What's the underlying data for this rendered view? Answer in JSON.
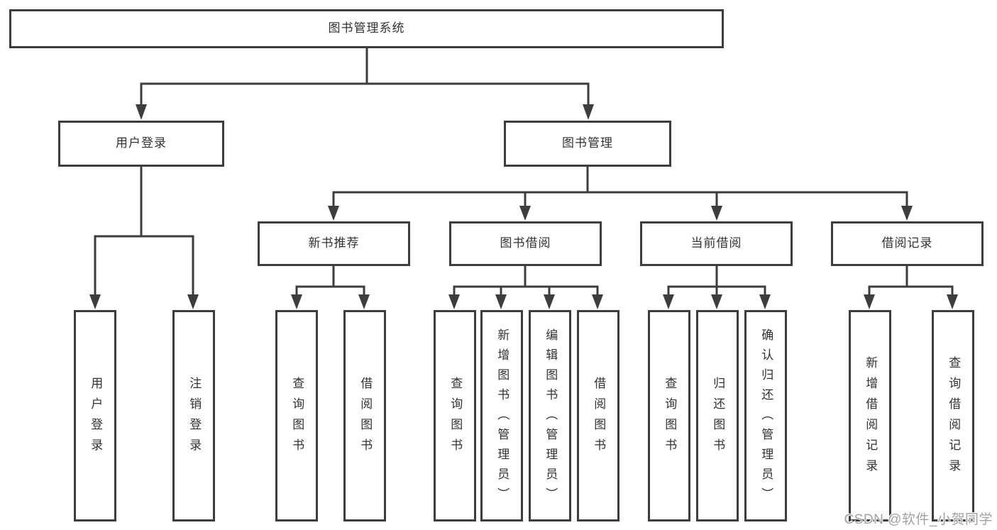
{
  "tree": {
    "label": "图书管理系统",
    "children": [
      {
        "label": "用户登录",
        "children": [
          {
            "label": "用户登录"
          },
          {
            "label": "注销登录"
          }
        ]
      },
      {
        "label": "图书管理",
        "children": [
          {
            "label": "新书推荐",
            "children": [
              {
                "label": "查询图书"
              },
              {
                "label": "借阅图书"
              }
            ]
          },
          {
            "label": "图书借阅",
            "children": [
              {
                "label": "查询图书"
              },
              {
                "label": "新增图书（管理员）"
              },
              {
                "label": "编辑图书（管理员）"
              },
              {
                "label": "借阅图书"
              }
            ]
          },
          {
            "label": "当前借阅",
            "children": [
              {
                "label": "查询图书"
              },
              {
                "label": "归还图书"
              },
              {
                "label": "确认归还（管理员）"
              }
            ]
          },
          {
            "label": "借阅记录",
            "children": [
              {
                "label": "新增借阅记录"
              },
              {
                "label": "查询借阅记录"
              }
            ]
          }
        ]
      }
    ]
  },
  "watermark": {
    "text": "CSDN @软件_小贺同学"
  },
  "colors": {
    "line": "#3d3d3d",
    "box_border": "#3d3d3d",
    "text": "#323232",
    "background": "#ffffff",
    "watermark": "#a2a2a2"
  }
}
